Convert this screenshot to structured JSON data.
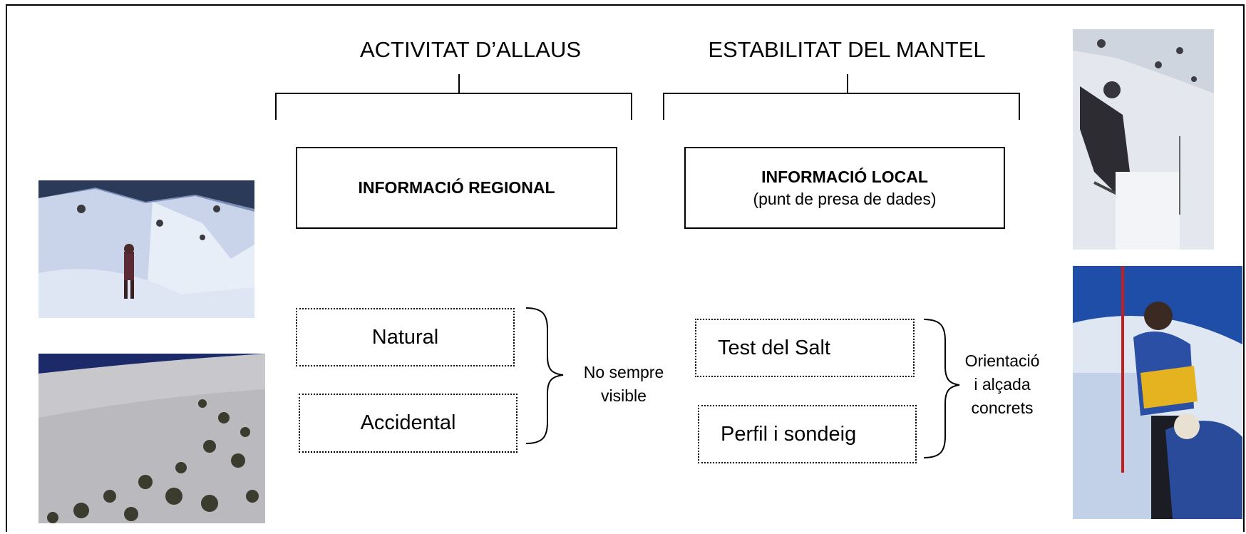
{
  "headings": {
    "avalanche_activity": "ACTIVITAT D’ALLAUS",
    "snowpack_stability": "ESTABILITAT DEL MANTEL"
  },
  "boxes": {
    "regional": {
      "title": "INFORMACIÓ REGIONAL"
    },
    "local": {
      "title": "INFORMACIÓ LOCAL",
      "subtitle": "(punt de presa de dades)"
    }
  },
  "avalanche_types": [
    "Natural",
    "Accidental"
  ],
  "stability_tests": [
    "Test del Salt",
    "Perfil i sondeig"
  ],
  "notes": {
    "avalanche": [
      "No sempre",
      "visible"
    ],
    "stability": [
      "Orientació",
      "i alçada",
      "concrets"
    ]
  }
}
